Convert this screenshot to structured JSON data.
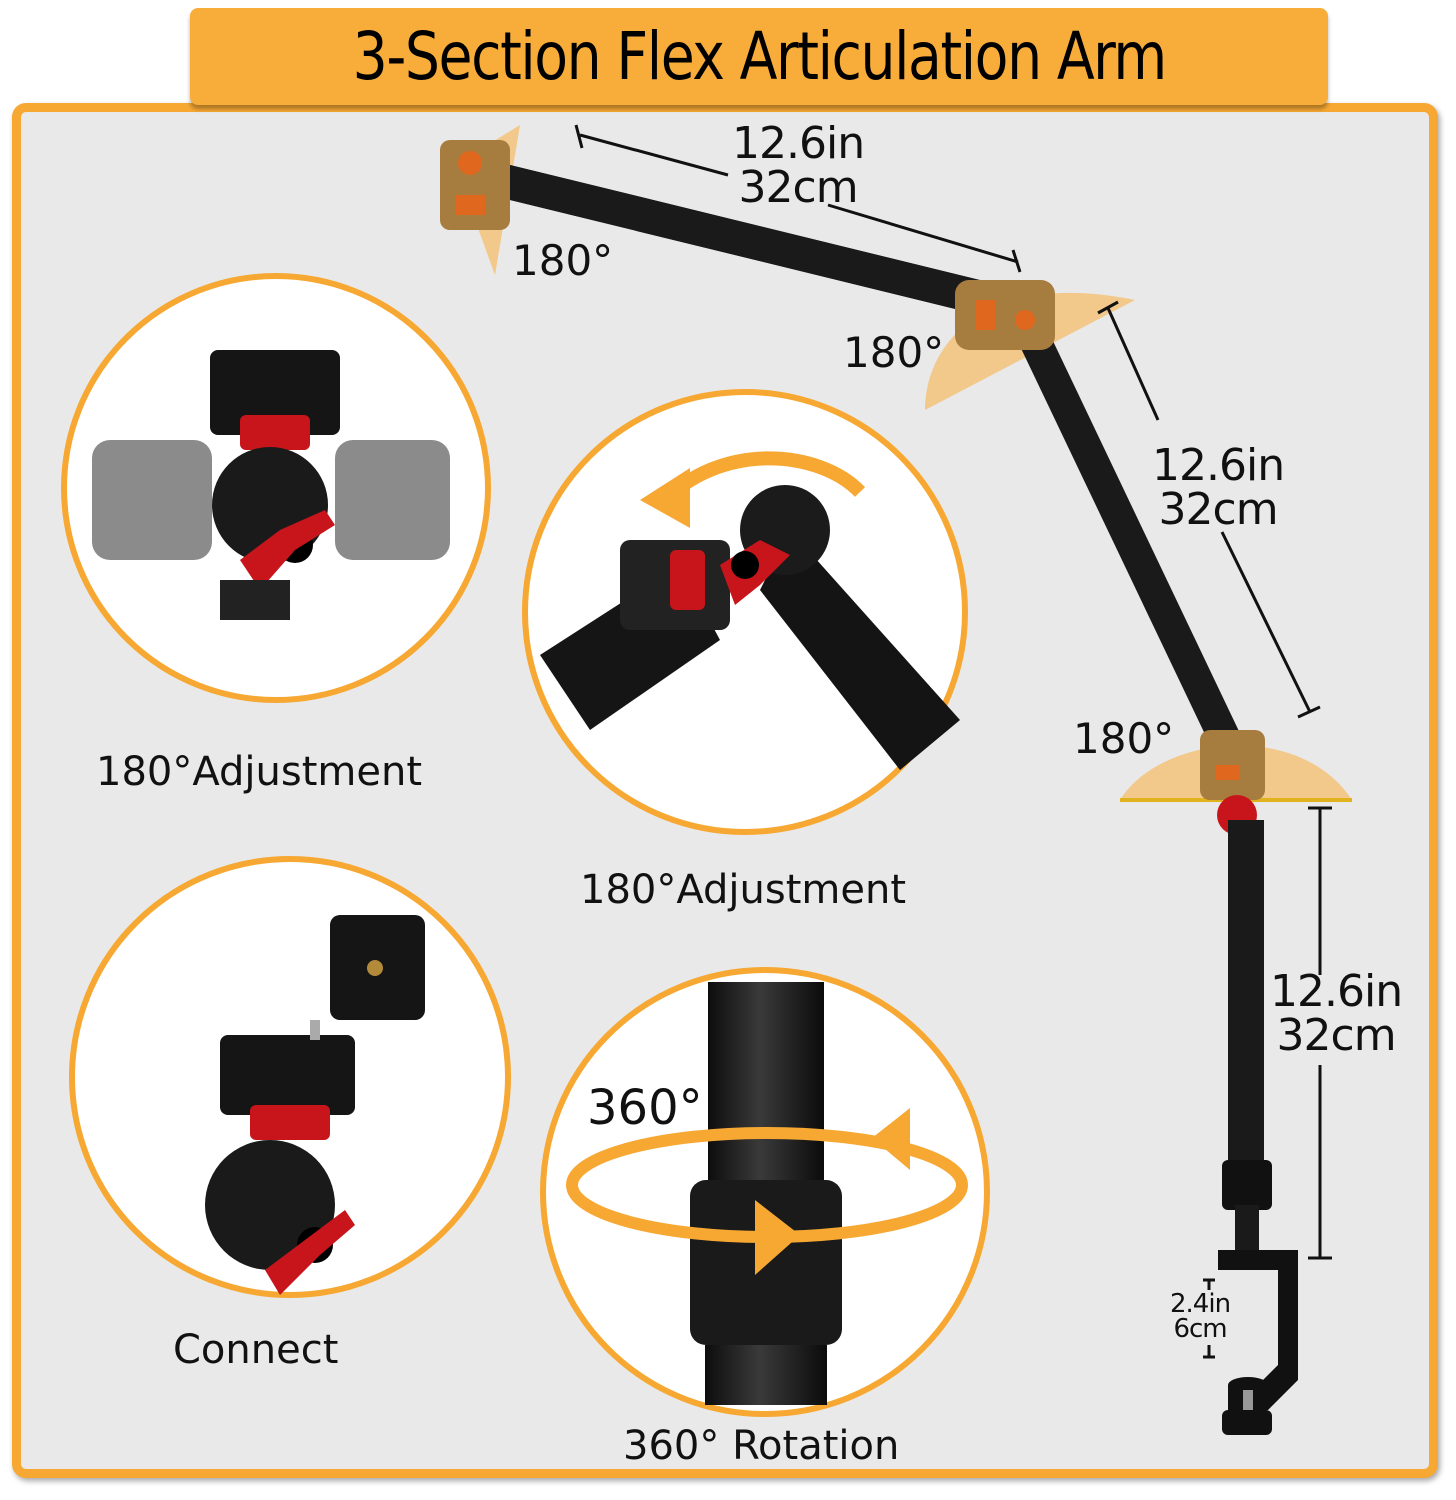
{
  "title": "3-Section Flex Articulation Arm",
  "colors": {
    "accent_orange": "#f6a833",
    "background_panel": "#e9e9e9",
    "arm_black": "#1c1c1c",
    "knob_red": "#d11a1a",
    "angle_overlay": "#f3c27a"
  },
  "arm": {
    "sections": [
      {
        "length_in": "12.6in",
        "length_cm": "32cm"
      },
      {
        "length_in": "12.6in",
        "length_cm": "32cm"
      },
      {
        "length_in": "12.6in",
        "length_cm": "32cm"
      }
    ],
    "joint_angles": [
      "180°",
      "180°",
      "180°"
    ],
    "clamp": {
      "opening_in": "2.4in",
      "opening_cm": "6cm"
    }
  },
  "details": [
    {
      "caption": "180°Adjustment",
      "icon": "ball-head-tilt"
    },
    {
      "caption": "180°Adjustment",
      "icon": "joint-rotate-arrow"
    },
    {
      "caption": "Connect",
      "icon": "quick-release-mount"
    },
    {
      "caption": "360° Rotation",
      "icon": "rotation-ellipse-arrows",
      "label": "360°"
    }
  ]
}
